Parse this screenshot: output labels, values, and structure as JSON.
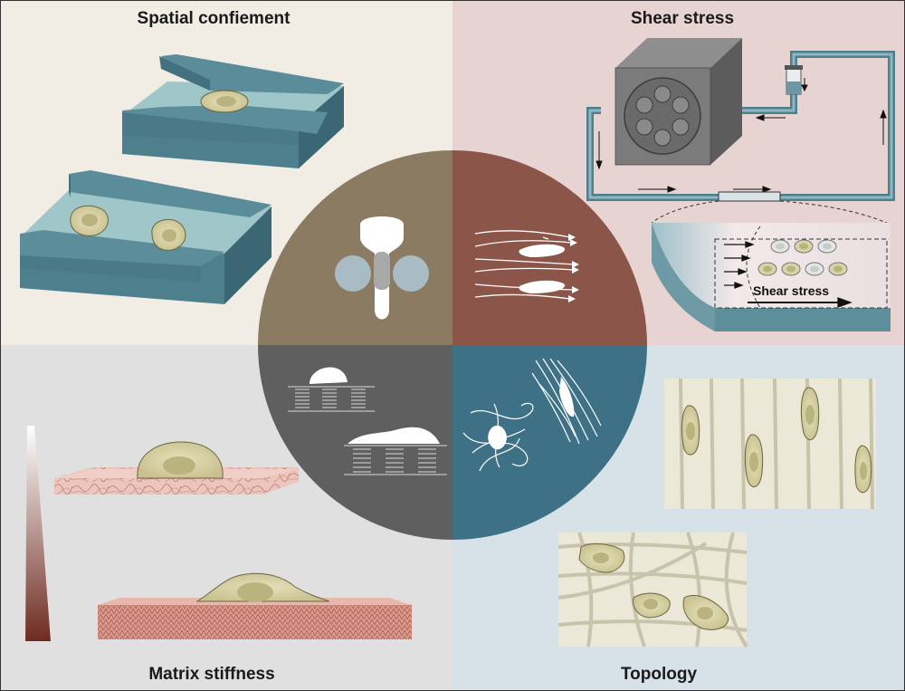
{
  "quadrants": {
    "top_left": {
      "title": "Spatial confiement"
    },
    "top_right": {
      "title": "Shear stress",
      "inset_label": "Shear stress"
    },
    "bottom_left": {
      "title": "Matrix stiffness"
    },
    "bottom_right": {
      "title": "Topology"
    }
  },
  "colors": {
    "bg_top_left": "#f1ece4",
    "bg_top_right": "#e7d3d2",
    "bg_bottom_left": "#e0e0e0",
    "bg_bottom_right": "#d7e2e8",
    "wheel_top_left": "#8b7b63",
    "wheel_top_right": "#8c554a",
    "wheel_bottom_left": "#5f5f5f",
    "wheel_bottom_right": "#3e7185",
    "channel": "#4d7f8d",
    "cell_fill": "#d9d3a8",
    "nucleus_fill": "#b9b37f"
  }
}
